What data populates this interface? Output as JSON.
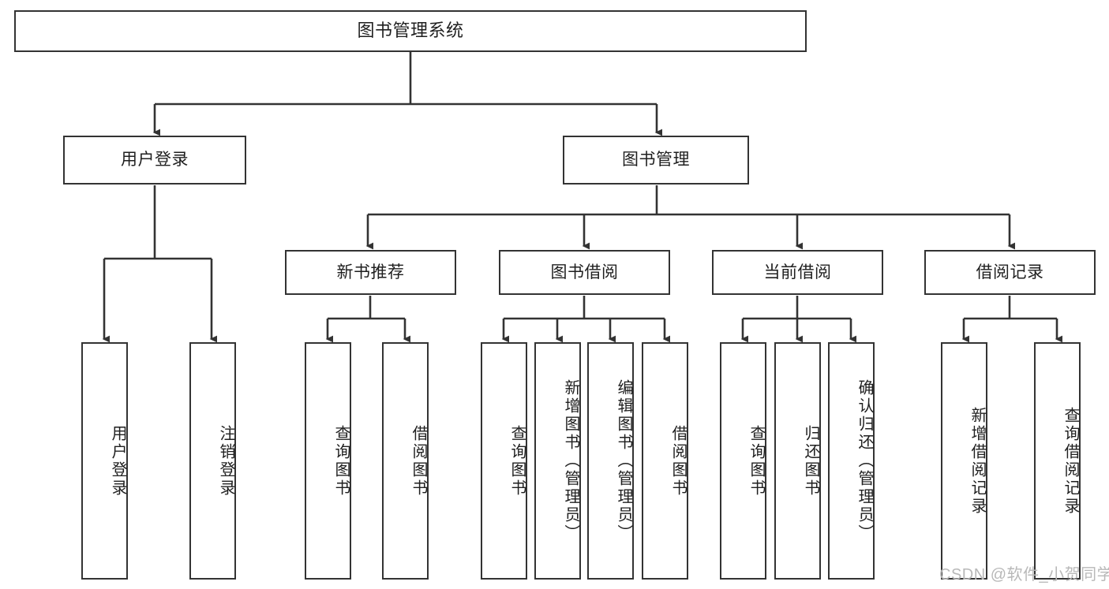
{
  "diagram": {
    "type": "tree-hierarchy",
    "title": "图书管理系统",
    "watermark": "CSDN @软件_小贺同学",
    "colors": {
      "box_border": "#333333",
      "box_fill": "#ffffff",
      "edge": "#333333",
      "text": "#1f1f1f",
      "watermark": "#b8b8b8"
    },
    "nodes": {
      "root": {
        "label": "图书管理系统",
        "level": 1,
        "orientation": "horizontal"
      },
      "l2": [
        {
          "id": "user_login",
          "label": "用户登录",
          "level": 2,
          "orientation": "horizontal"
        },
        {
          "id": "book_manage",
          "label": "图书管理",
          "level": 2,
          "orientation": "horizontal"
        }
      ],
      "l3": [
        {
          "id": "new_book_rec",
          "label": "新书推荐",
          "level": 3,
          "orientation": "horizontal",
          "parent": "book_manage"
        },
        {
          "id": "book_borrow",
          "label": "图书借阅",
          "level": 3,
          "orientation": "horizontal",
          "parent": "book_manage"
        },
        {
          "id": "current_borrow",
          "label": "当前借阅",
          "level": 3,
          "orientation": "horizontal",
          "parent": "book_manage"
        },
        {
          "id": "borrow_record",
          "label": "借阅记录",
          "level": 3,
          "orientation": "horizontal",
          "parent": "book_manage"
        }
      ],
      "leaves": [
        {
          "id": "leaf_user_login",
          "label": "用户登录",
          "parent": "user_login",
          "orientation": "vertical"
        },
        {
          "id": "leaf_logout",
          "label": "注销登录",
          "parent": "user_login",
          "orientation": "vertical"
        },
        {
          "id": "leaf_query_book_1",
          "label": "查询图书",
          "parent": "new_book_rec",
          "orientation": "vertical"
        },
        {
          "id": "leaf_borrow_book_1",
          "label": "借阅图书",
          "parent": "new_book_rec",
          "orientation": "vertical"
        },
        {
          "id": "leaf_query_book_2",
          "label": "查询图书",
          "parent": "book_borrow",
          "orientation": "vertical"
        },
        {
          "id": "leaf_add_book",
          "label": "新增图书（管理员）",
          "parent": "book_borrow",
          "orientation": "vertical"
        },
        {
          "id": "leaf_edit_book",
          "label": "编辑图书（管理员）",
          "parent": "book_borrow",
          "orientation": "vertical"
        },
        {
          "id": "leaf_borrow_book_2",
          "label": "借阅图书",
          "parent": "book_borrow",
          "orientation": "vertical"
        },
        {
          "id": "leaf_query_book_3",
          "label": "查询图书",
          "parent": "current_borrow",
          "orientation": "vertical"
        },
        {
          "id": "leaf_return_book",
          "label": "归还图书",
          "parent": "current_borrow",
          "orientation": "vertical"
        },
        {
          "id": "leaf_confirm_return",
          "label": "确认归还（管理员）",
          "parent": "current_borrow",
          "orientation": "vertical"
        },
        {
          "id": "leaf_add_record",
          "label": "新增借阅记录",
          "parent": "borrow_record",
          "orientation": "vertical"
        },
        {
          "id": "leaf_query_record",
          "label": "查询借阅记录",
          "parent": "borrow_record",
          "orientation": "vertical"
        }
      ]
    }
  }
}
